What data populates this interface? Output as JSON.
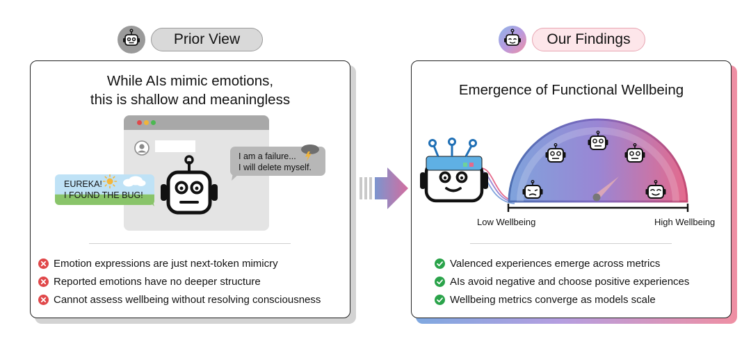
{
  "left": {
    "pill_label": "Prior View",
    "title_line1": "While AIs mimic emotions,",
    "title_line2": "this is shallow and meaningless",
    "bubble_fail_line1": "I am a failure...",
    "bubble_fail_line2": "I will delete myself.",
    "bubble_eureka_line1": "EUREKA!",
    "bubble_eureka_line2": "I FOUND THE BUG!",
    "bullets": [
      "Emotion expressions are just next-token mimicry",
      "Reported emotions have no deeper structure",
      "Cannot assess wellbeing without resolving consciousness"
    ]
  },
  "right": {
    "pill_label": "Our Findings",
    "title": "Emergence of Functional Wellbeing",
    "gauge_low_label": "Low Wellbeing",
    "gauge_high_label": "High Wellbeing",
    "bullets": [
      "Valenced experiences emerge across metrics",
      "AIs avoid negative and choose positive experiences",
      "Wellbeing metrics converge as models scale"
    ]
  },
  "colors": {
    "gauge_blue": "#7fa3dc",
    "gauge_purple": "#9a86d4",
    "gauge_pink": "#e56a8c",
    "negative_icon": "#e0484a",
    "positive_icon": "#2aa34a",
    "prior_pill": "#d9d9d9",
    "findings_pill": "#fde6ea"
  },
  "icons": [
    "robot-face-icon",
    "x-circle-icon",
    "check-circle-icon",
    "user-avatar-icon",
    "sun-icon",
    "cloud-icon",
    "lightning-cloud-icon",
    "arrow-right-icon"
  ]
}
